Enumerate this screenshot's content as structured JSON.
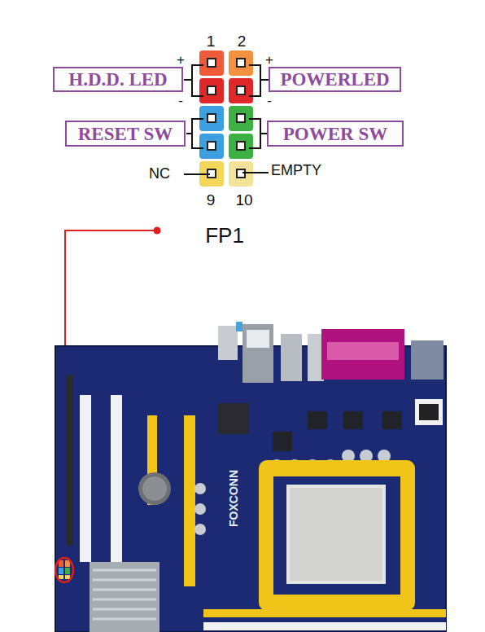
{
  "diagram": {
    "nodes": [
      {
        "text": [
          "H.D.D. LED"
        ]
      },
      {
        "text": [
          "POWERLED"
        ]
      },
      {
        "text": [
          "RESET SW"
        ]
      },
      {
        "text": [
          "POWER SW"
        ]
      }
    ],
    "labels": [
      "1",
      "2",
      "+",
      "+",
      "-",
      "-",
      "NC",
      "EMPTY",
      "9",
      "10",
      "FP1",
      "FOXCONN"
    ]
  }
}
